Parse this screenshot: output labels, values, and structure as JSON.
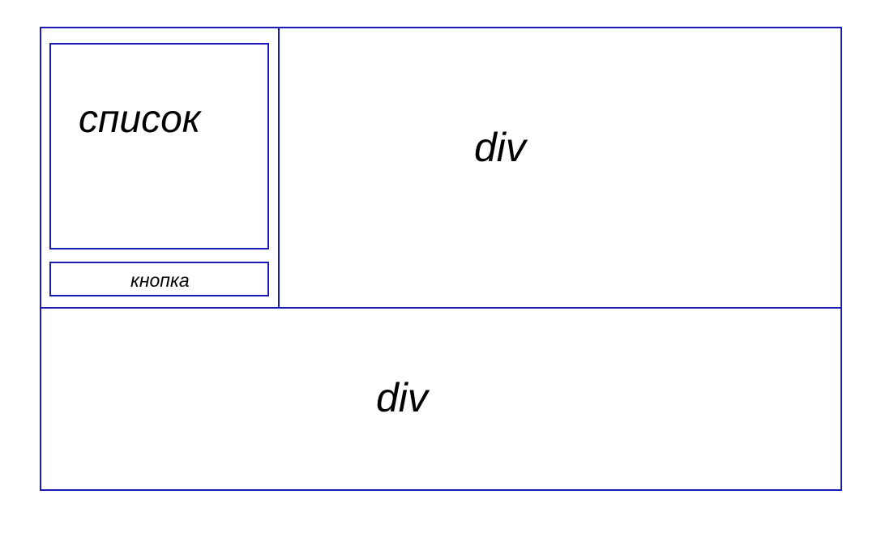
{
  "diagram": {
    "list_label": "список",
    "button_label": "кнопка",
    "top_div_label": "div",
    "bottom_div_label": "div"
  },
  "colors": {
    "border": "#1a1ab8",
    "text": "#000000",
    "background": "#ffffff"
  }
}
